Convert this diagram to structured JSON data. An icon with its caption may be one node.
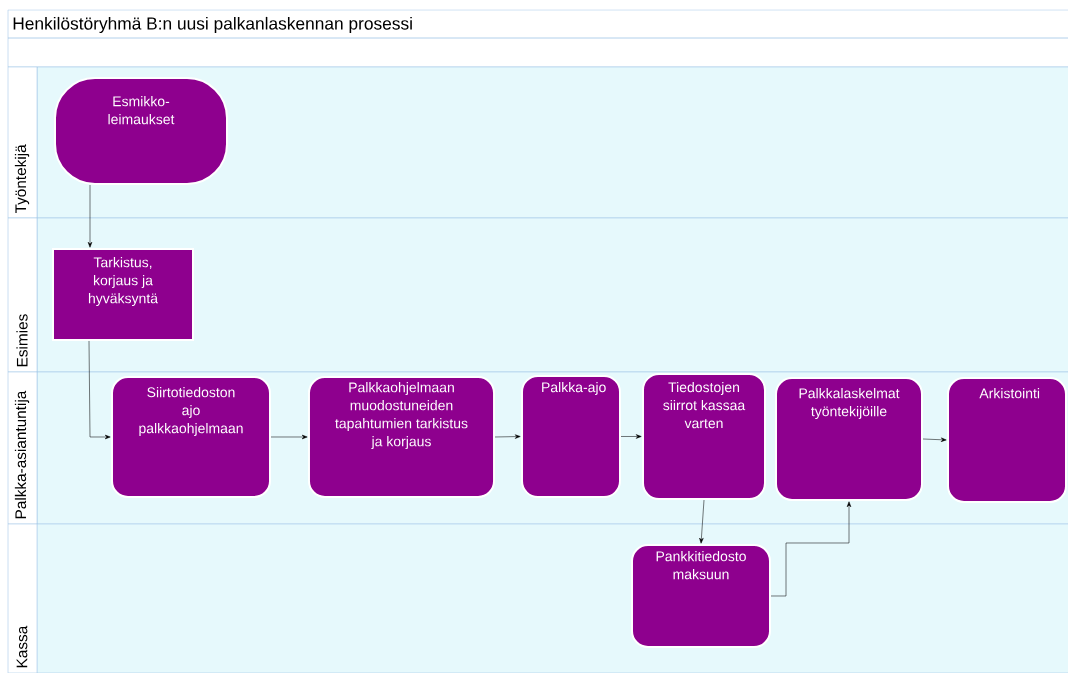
{
  "diagram": {
    "title": "Henkilöstöryhmä B:n  uusi palkanlaskennan prosessi",
    "nodes": [
      {
        "text": [
          "Työntekijä"
        ]
      },
      {
        "text": [
          "Esmikko- leimaukset"
        ],
        "in": 0
      },
      {
        "text": [
          "Esimies"
        ]
      },
      {
        "text": [
          "Tarkistus, korjaus ja hyväksyntä"
        ],
        "in": 2
      },
      {
        "text": [
          "Palkka-asiantuntija"
        ]
      },
      {
        "text": [
          "Siirtotiedoston ajo palkkaohjelmaan"
        ],
        "in": 4
      },
      {
        "text": [
          "Palkkaohjelmaan muodostuneiden tapahtumien tarkistus ja korjaus"
        ],
        "in": 4
      },
      {
        "text": [
          "Palkka-ajo"
        ],
        "in": 4
      },
      {
        "text": [
          "Tiedostojen siirrot kassaa varten"
        ],
        "in": 4
      },
      {
        "text": [
          "Palkkalaskelmat työntekijöille"
        ],
        "in": 4
      },
      {
        "text": [
          "Arkistointi"
        ],
        "in": 4
      },
      {
        "text": [
          "Kassa"
        ]
      },
      {
        "text": [
          "Pankkitiedosto maksuun"
        ],
        "in": 11
      }
    ],
    "edges": [
      {
        "from": 1,
        "to": 3,
        "arrow": "to"
      },
      {
        "from": 3,
        "to": 5,
        "arrow": "to"
      },
      {
        "from": 5,
        "to": 6,
        "arrow": "to"
      },
      {
        "from": 6,
        "to": 7,
        "arrow": "to"
      },
      {
        "from": 7,
        "to": 8,
        "arrow": "to"
      },
      {
        "from": 8,
        "to": 12,
        "arrow": "to"
      },
      {
        "from": 12,
        "to": 9,
        "arrow": "to"
      },
      {
        "from": 9,
        "to": 10,
        "arrow": "to"
      }
    ]
  }
}
